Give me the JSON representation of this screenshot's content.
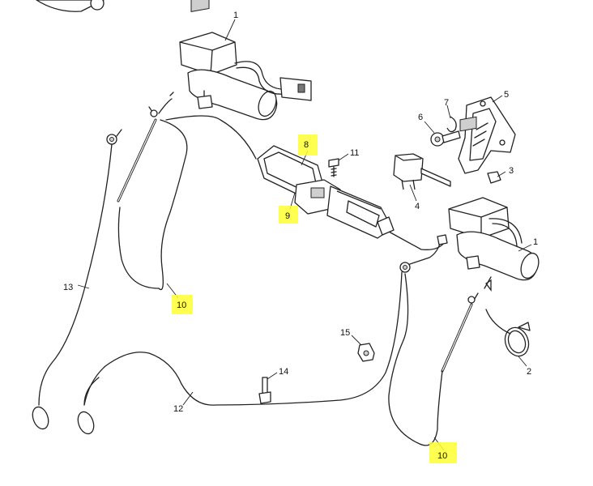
{
  "diagram": {
    "callouts": [
      {
        "id": "c1a",
        "text": "1"
      },
      {
        "id": "c1b",
        "text": "1"
      },
      {
        "id": "c2",
        "text": "2"
      },
      {
        "id": "c3",
        "text": "3"
      },
      {
        "id": "c4",
        "text": "4"
      },
      {
        "id": "c5",
        "text": "5"
      },
      {
        "id": "c6",
        "text": "6"
      },
      {
        "id": "c7",
        "text": "7"
      },
      {
        "id": "c8",
        "text": "8",
        "highlighted": true
      },
      {
        "id": "c9",
        "text": "9",
        "highlighted": true
      },
      {
        "id": "c10a",
        "text": "10",
        "highlighted": true
      },
      {
        "id": "c10b",
        "text": "10",
        "highlighted": true
      },
      {
        "id": "c11",
        "text": "11"
      },
      {
        "id": "c12",
        "text": "12"
      },
      {
        "id": "c13",
        "text": "13"
      },
      {
        "id": "c14",
        "text": "14"
      },
      {
        "id": "c15",
        "text": "15"
      }
    ],
    "highlight_color": "#ffff33",
    "line_color": "#222222"
  }
}
